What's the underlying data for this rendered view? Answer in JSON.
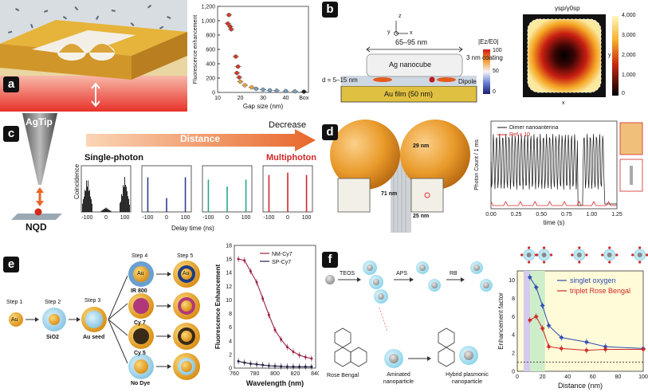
{
  "figure": {
    "panel_letters": [
      "a",
      "b",
      "c",
      "d",
      "e",
      "f"
    ]
  },
  "panel_a": {
    "chart_data": {
      "type": "scatter",
      "ylabel": "Fluorescence enhancement",
      "xlabel": "Gap size (nm)",
      "yticks": [
        "0",
        "200",
        "400",
        "600",
        "800",
        "1,000",
        "1,200"
      ],
      "xticks": [
        "10",
        "20",
        "30",
        "40",
        "Box"
      ],
      "ylim": [
        0,
        1200
      ],
      "xlim": [
        10,
        50
      ],
      "x": [
        15,
        14.5,
        15.5,
        16,
        18,
        19,
        18.5,
        19.5,
        20,
        22,
        25,
        27,
        30,
        33,
        36,
        40,
        44,
        48
      ],
      "y": [
        1080,
        960,
        920,
        880,
        500,
        360,
        270,
        210,
        150,
        100,
        70,
        50,
        40,
        30,
        25,
        20,
        15,
        10
      ],
      "colors": [
        "#d33a2c",
        "#e8a33d",
        "#7aa0c4",
        "#222222"
      ]
    }
  },
  "panel_b": {
    "top_label": "65–95 nm",
    "cube_label": "Ag nanocube",
    "coating_label": "3 nm coating",
    "gap_label": "d = 5–15 nm",
    "film_label": "Au film (50 nm)",
    "dipole_label": "Dipole",
    "axis_labels": [
      "z",
      "y",
      "x"
    ],
    "colorbar1_title": "|Ez/E0|",
    "colorbar1_ticks": [
      "100",
      "50",
      "0"
    ],
    "map_title": "γsp/γ0sp",
    "map_x": "x",
    "map_y": "y",
    "colorbar2_ticks": [
      "4,000",
      "3,000",
      "2,000",
      "1,000",
      "0"
    ]
  },
  "panel_c": {
    "tip_label": "AgTip",
    "sample_label": "NQD",
    "arrow_label": "Distance",
    "decrease_label": "Decrease",
    "single_label": "Single-photon",
    "multi_label": "Multiphoton",
    "ylabel": "Coincidence",
    "xlabel": "Delay time (ns)",
    "xticks": [
      "-100",
      "0",
      "100"
    ]
  },
  "panel_d": {
    "dim_labels": [
      "29 nm",
      "71 nm",
      "25 nm"
    ],
    "legend": [
      "Dimer nanoantenna",
      "Ref x 10"
    ],
    "ylabel": "Photon Count / 1 ms",
    "xlabel": "time (s)",
    "xticks": [
      "0.00",
      "0.25",
      "0.50",
      "0.75",
      "1.00",
      "1.25"
    ]
  },
  "panel_e": {
    "steps": [
      "Step 1",
      "Step 2",
      "Step 3",
      "Step 4",
      "Step 5"
    ],
    "step_sub": [
      "Au",
      "SiO2",
      "Au seed"
    ],
    "dyes": [
      "IR 800",
      "Cy 7",
      "Cy 5",
      "No Dye"
    ],
    "inner_labels": [
      "Au",
      "Au"
    ],
    "chart_data": {
      "type": "line",
      "ylabel": "Fluorescence Enhancement",
      "xlabel": "Wavelength (nm)",
      "xticks": [
        "760",
        "780",
        "800",
        "820",
        "840"
      ],
      "yticks": [
        "0",
        "2",
        "4",
        "6",
        "8",
        "10",
        "12",
        "14",
        "16",
        "18"
      ],
      "ylim": [
        0,
        18
      ],
      "xlim": [
        760,
        840
      ],
      "x": [
        764,
        770,
        776,
        782,
        788,
        794,
        800,
        806,
        812,
        818,
        824,
        830,
        836
      ],
      "series": [
        {
          "name": "NM-Cy7",
          "color": "#9b2240",
          "values": [
            16,
            15.8,
            14.2,
            12.6,
            10.2,
            7.8,
            5.6,
            4.2,
            3.1,
            2.4,
            1.9,
            1.6,
            1.4
          ]
        },
        {
          "name": "SP-Cy7",
          "color": "#222244",
          "values": [
            1.0,
            0.8,
            0.65,
            0.55,
            0.45,
            0.35,
            0.3,
            0.25,
            0.22,
            0.2,
            0.2,
            0.2,
            0.2
          ]
        }
      ]
    }
  },
  "panel_f": {
    "reagents": [
      "TEOS",
      "APS",
      "RB"
    ],
    "labels": [
      "Rose Bengal",
      "Aminated nanoparticle",
      "Hybrid plasmonic nanoparticle"
    ],
    "chart_data": {
      "type": "line",
      "ylabel": "Enhancement factor",
      "xlabel": "Distance (nm)",
      "xticks": [
        "0",
        "20",
        "40",
        "60",
        "80",
        "100"
      ],
      "yticks": [
        "0",
        "2",
        "4",
        "6",
        "8",
        "10"
      ],
      "ylim": [
        0,
        11
      ],
      "xlim": [
        0,
        100
      ],
      "series": [
        {
          "name": "singlet oxygen",
          "color": "#2d4bb0",
          "x": [
            10,
            15,
            20,
            25,
            35,
            55,
            70,
            100
          ],
          "values": [
            10.3,
            9.2,
            7.2,
            5.0,
            3.7,
            3.2,
            2.7,
            2.5
          ]
        },
        {
          "name": "triplet Rose Bengal",
          "color": "#d12727",
          "x": [
            10,
            15,
            20,
            25,
            35,
            55,
            70,
            100
          ],
          "values": [
            5.6,
            6.0,
            4.7,
            2.7,
            2.5,
            2.3,
            2.4,
            2.4
          ]
        }
      ]
    }
  }
}
